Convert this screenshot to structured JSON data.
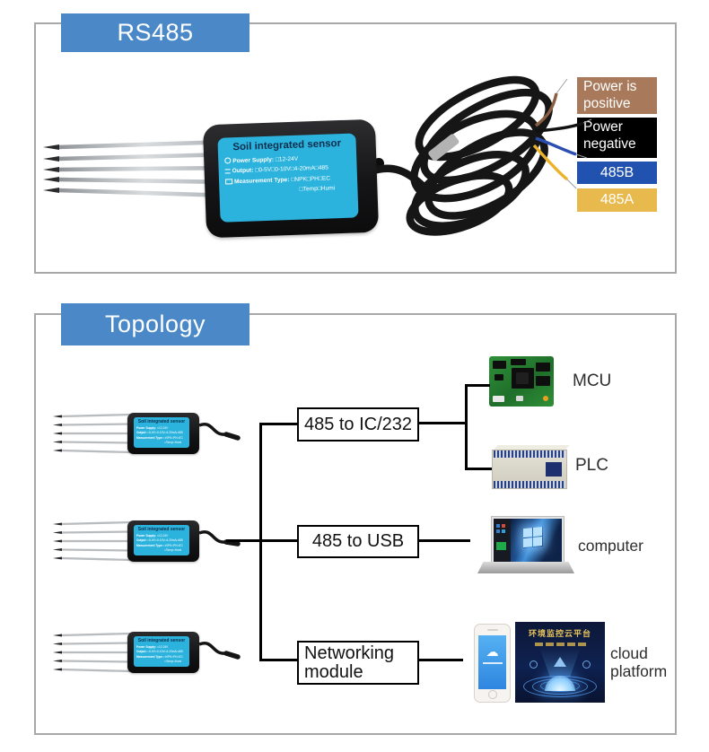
{
  "colors": {
    "banner_blue": "#4a88c7",
    "label_cyan": "#2bb3de",
    "wire_brown": "#a87a5b",
    "wire_black": "#000000",
    "wire_blue": "#2152b0",
    "wire_gold": "#e8b94c"
  },
  "rs485": {
    "banner": "RS485",
    "sensor_label": {
      "title": "Soil integrated sensor",
      "lines": [
        {
          "label": "Power Supply:",
          "value": "□12-24V"
        },
        {
          "label": "Output:",
          "value": "□0-5V□0-10V□4-20mA□485"
        },
        {
          "label": "Measurement Type:",
          "value": "□NPK□PH□EC"
        },
        {
          "label": "",
          "value": "□Temp□Humi"
        }
      ]
    },
    "wire_labels": [
      {
        "text": "Power is positive",
        "bg": "#a87a5b"
      },
      {
        "text": "Power negative",
        "bg": "#000000"
      },
      {
        "text": "485B",
        "bg": "#2152b0"
      },
      {
        "text": "485A",
        "bg": "#e8b94c"
      }
    ]
  },
  "topology": {
    "banner": "Topology",
    "boxes": [
      "485 to IC/232",
      "485 to USB",
      "Networking module"
    ],
    "device_labels": {
      "mcu": "MCU",
      "plc": "PLC",
      "computer": "computer",
      "cloud": "cloud platform"
    },
    "cloud_panel": {
      "title": "环境监控云平台"
    }
  }
}
